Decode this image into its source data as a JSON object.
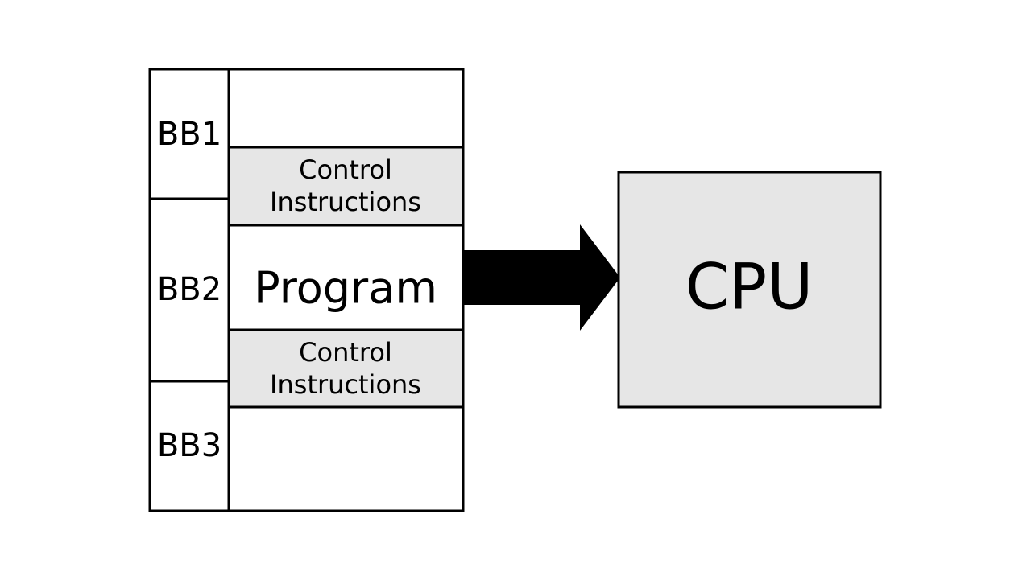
{
  "basic_blocks": [
    {
      "label": "BB1"
    },
    {
      "label": "BB2"
    },
    {
      "label": "BB3"
    }
  ],
  "program": {
    "label": "Program",
    "control_sections": [
      {
        "line1": "Control",
        "line2": "Instructions"
      },
      {
        "line1": "Control",
        "line2": "Instructions"
      }
    ]
  },
  "cpu": {
    "label": "CPU"
  },
  "colors": {
    "stroke": "#000000",
    "fill_light": "#e6e6e6",
    "fill_white": "#ffffff",
    "arrow": "#000000"
  }
}
